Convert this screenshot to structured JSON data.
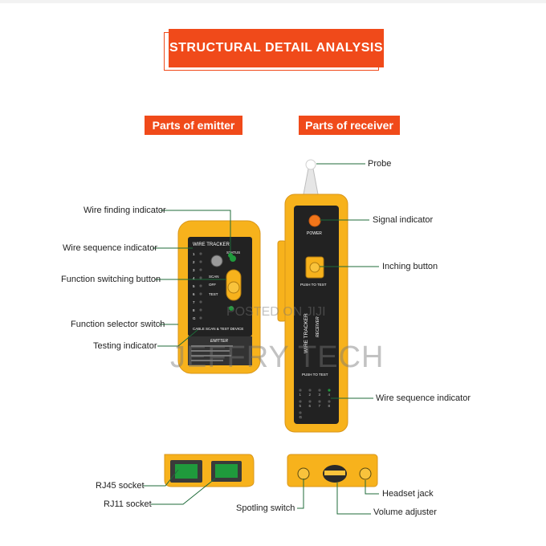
{
  "header": {
    "title": "STRUCTURAL DETAIL ANALYSIS"
  },
  "sections": {
    "emitter_title": "Parts of emitter",
    "receiver_title": "Parts of receiver"
  },
  "emitter_labels": {
    "wire_finding": "Wire finding indicator",
    "wire_sequence": "Wire sequence indicator",
    "function_switching": "Function switching button",
    "function_selector": "Function selector switch",
    "testing": "Testing indicator"
  },
  "receiver_labels": {
    "probe": "Probe",
    "signal": "Signal indicator",
    "inching": "Inching button",
    "wire_sequence": "Wire sequence indicator"
  },
  "bottom_labels": {
    "rj45": "RJ45 socket",
    "rj11": "RJ11 socket",
    "spotting": "Spotling switch",
    "headset": "Headset jack",
    "volume": "Volume adjuster"
  },
  "device_text": {
    "emitter_brand": "WIRE TRACKER",
    "emitter_status": "STATUS",
    "emitter_scan": "SCAN",
    "emitter_off": "OFF",
    "emitter_test": "TEST",
    "emitter_model": "CABLE SCAN & TEST DEVICE",
    "emitter_name": "EMITTER",
    "emitter_numbers": [
      "1",
      "2",
      "3",
      "4",
      "5",
      "6",
      "7",
      "8",
      "G"
    ],
    "receiver_power": "POWER",
    "receiver_push": "PUSH TO TEST",
    "receiver_brand": "WIRE TRACKER",
    "receiver_name": "RECEIVER",
    "receiver_push2": "PUSH TO TEST",
    "receiver_numbers": [
      "1",
      "2",
      "3",
      "4",
      "5",
      "6",
      "7",
      "8",
      "G"
    ]
  },
  "watermark": {
    "line1": "POSTED ON JIJI",
    "line2": "JEFFRY TECH"
  },
  "colors": {
    "accent": "#f04a1a",
    "device_yellow": "#f7b21c",
    "device_panel": "#222222",
    "indicator_green": "#1f9a3c"
  }
}
